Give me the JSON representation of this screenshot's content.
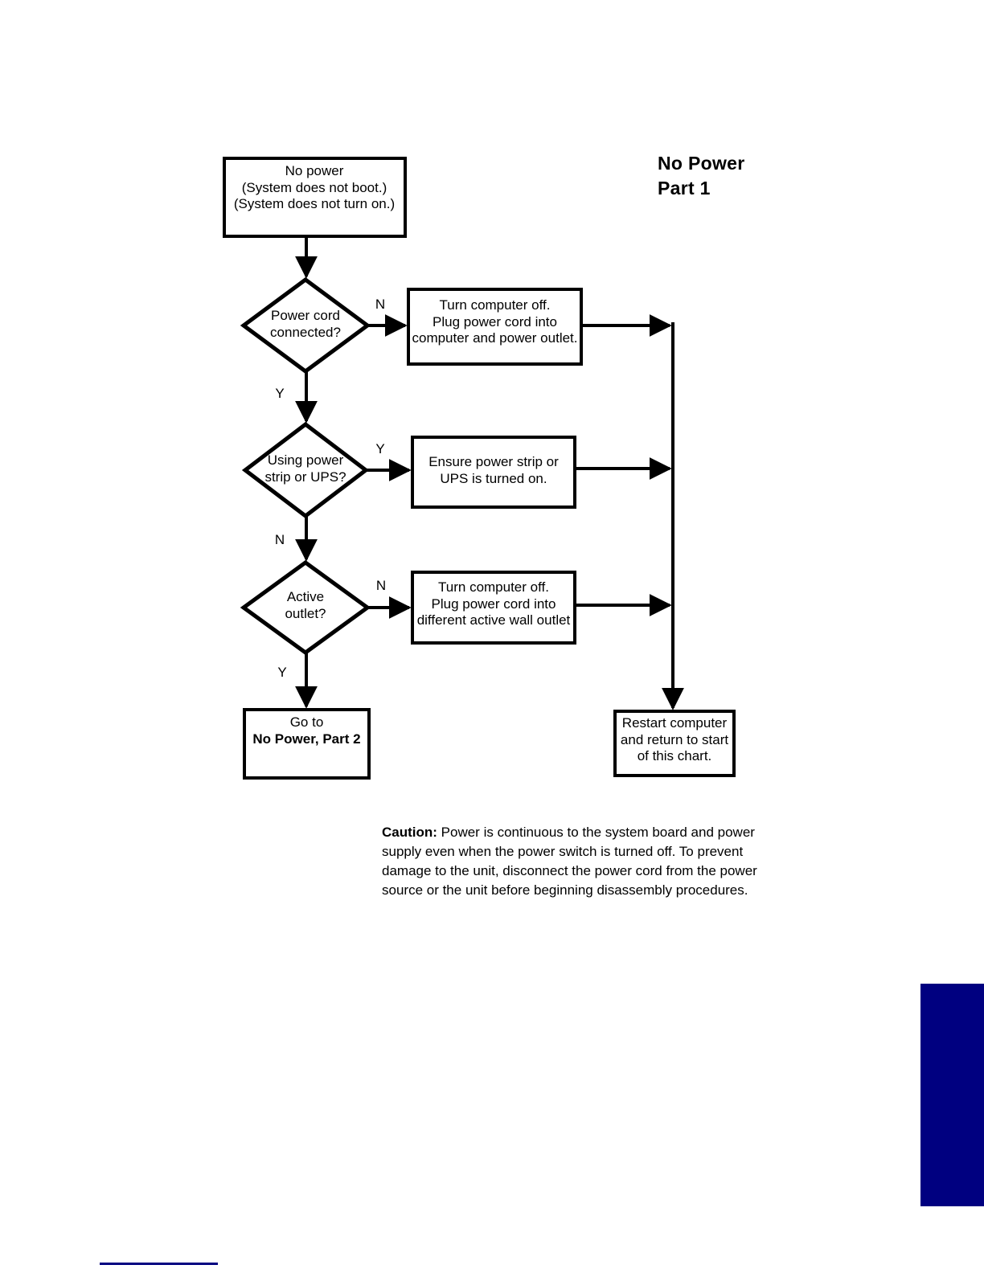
{
  "chart_data": {
    "type": "diagram",
    "title": "No Power Part 1",
    "title_lines": [
      "No Power",
      "Part 1"
    ],
    "nodes": [
      {
        "id": "start",
        "shape": "box",
        "lines": [
          "No power",
          "(System does not boot.)",
          "(System does not turn on.)"
        ]
      },
      {
        "id": "d1",
        "shape": "diamond",
        "lines": [
          "Power cord",
          "connected?"
        ]
      },
      {
        "id": "a1",
        "shape": "box",
        "lines": [
          "Turn computer off.",
          "Plug power cord into",
          "computer and power outlet."
        ]
      },
      {
        "id": "d2",
        "shape": "diamond",
        "lines": [
          "Using power",
          "strip or UPS?"
        ]
      },
      {
        "id": "a2",
        "shape": "box",
        "lines": [
          "Ensure power strip or",
          "UPS is turned on."
        ]
      },
      {
        "id": "d3",
        "shape": "diamond",
        "lines": [
          "Active",
          "outlet?"
        ]
      },
      {
        "id": "a3",
        "shape": "box",
        "lines": [
          "Turn computer off.",
          "Plug power cord into",
          "different active wall outlet"
        ]
      },
      {
        "id": "goto",
        "shape": "box",
        "lines": [
          "Go to",
          "No Power, Part 2"
        ],
        "bold_lines": [
          false,
          true
        ]
      },
      {
        "id": "restart",
        "shape": "box",
        "lines": [
          "Restart computer",
          "and return to start",
          "of this chart."
        ]
      }
    ],
    "edges": [
      {
        "from": "start",
        "to": "d1",
        "label": ""
      },
      {
        "from": "d1",
        "to": "a1",
        "label": "N"
      },
      {
        "from": "d1",
        "to": "d2",
        "label": "Y"
      },
      {
        "from": "d2",
        "to": "a2",
        "label": "Y"
      },
      {
        "from": "d2",
        "to": "d3",
        "label": "N"
      },
      {
        "from": "d3",
        "to": "a3",
        "label": "N"
      },
      {
        "from": "d3",
        "to": "goto",
        "label": "Y"
      },
      {
        "from": "a1",
        "to": "restart",
        "label": ""
      },
      {
        "from": "a2",
        "to": "restart",
        "label": ""
      },
      {
        "from": "a3",
        "to": "restart",
        "label": ""
      }
    ],
    "edge_labels": {
      "d1_no": "N",
      "d1_yes": "Y",
      "d2_yes": "Y",
      "d2_no": "N",
      "d3_no": "N",
      "d3_yes": "Y"
    }
  },
  "nodes": {
    "start": {
      "line1": "No power",
      "line2": "(System does not boot.)",
      "line3": "(System does not turn on.)"
    },
    "decision_power_cord": {
      "line1": "Power cord",
      "line2": "connected?"
    },
    "action_plug_cord": {
      "line1": "Turn computer off.",
      "line2": "Plug power cord into",
      "line3": "computer and power outlet."
    },
    "decision_power_strip": {
      "line1": "Using power",
      "line2": "strip or UPS?"
    },
    "action_ensure_strip": {
      "line1": "Ensure power strip or",
      "line2": "UPS is turned on."
    },
    "decision_active_outlet": {
      "line1": "Active",
      "line2": "outlet?"
    },
    "action_different_outlet": {
      "line1": "Turn computer off.",
      "line2": "Plug power cord into",
      "line3": "different active wall outlet"
    },
    "goto_part2": {
      "line1": "Go to",
      "line2": "No Power, Part 2"
    },
    "restart": {
      "line1": "Restart computer",
      "line2": "and return to start",
      "line3": "of this chart."
    }
  },
  "labels": {
    "d1_no": "N",
    "d1_yes": "Y",
    "d2_yes": "Y",
    "d2_no": "N",
    "d3_no": "N",
    "d3_yes": "Y"
  },
  "title": {
    "line1": "No Power",
    "line2": "Part 1"
  },
  "caution": {
    "heading": "Caution:",
    "body": " Power is continuous to the system board and power supply even when the power switch is turned off. To prevent damage to the unit, disconnect the power cord from the power source or the unit before beginning disassembly procedures."
  },
  "colors": {
    "ink": "#000000",
    "page": "#ffffff",
    "accent_blue": "#000080"
  }
}
